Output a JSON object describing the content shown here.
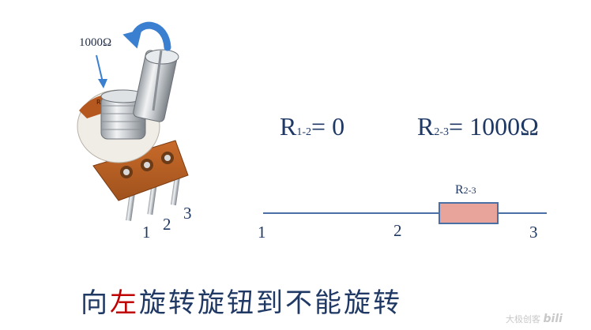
{
  "pot": {
    "resistance_label": "1000Ω",
    "pin_labels": [
      "1",
      "2",
      "3"
    ],
    "body_text": "R4"
  },
  "equations": {
    "r12": {
      "symbol": "R",
      "sub": "1-2",
      "rest": "= 0"
    },
    "r23": {
      "symbol": "R",
      "sub": "2-3",
      "rest": "= 1000Ω"
    }
  },
  "circuit": {
    "resistor_label": {
      "symbol": "R",
      "sub": "2-3"
    },
    "node_labels": [
      "1",
      "2",
      "3"
    ]
  },
  "caption": {
    "prefix": "向",
    "highlight": "左",
    "suffix": "旋转旋钮到不能旋转"
  },
  "watermark": {
    "text": "大极创客",
    "logo": "bili"
  },
  "colors": {
    "text": "#1f3864",
    "highlight": "#c00000",
    "arrow": "#3a7fd0",
    "wire": "#4a6fa5",
    "resistor_fill": "#e8a49a",
    "resistor_stroke": "#4a6fa5"
  }
}
